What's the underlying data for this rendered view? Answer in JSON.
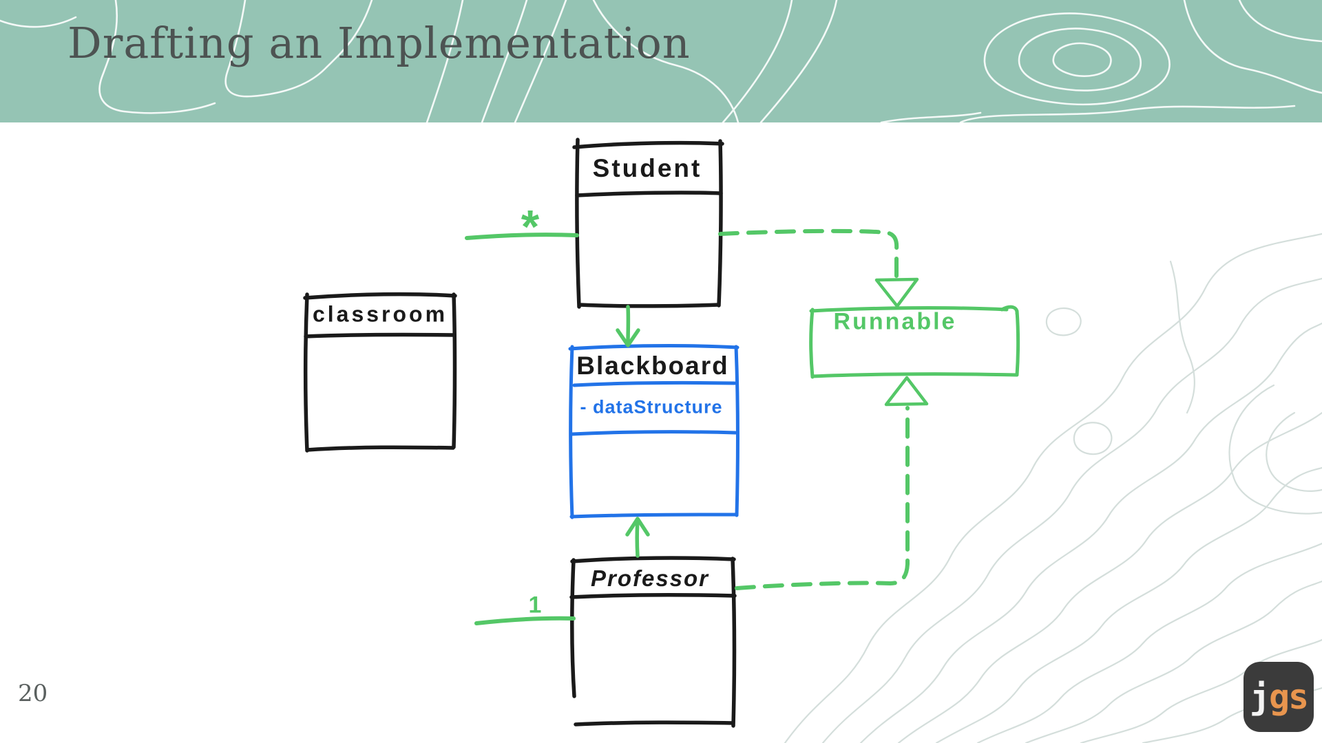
{
  "slide": {
    "title": "Drafting an Implementation",
    "page_number": "20"
  },
  "logo": {
    "j": "j",
    "gs": "gs"
  },
  "diagram": {
    "type": "uml-class-diagram",
    "classes": {
      "student": {
        "name": "Student"
      },
      "classroom": {
        "name": "classroom"
      },
      "blackboard": {
        "name": "Blackboard",
        "attribute": "- dataStructure"
      },
      "professor": {
        "name": "Professor"
      },
      "runnable": {
        "name": "Runnable"
      }
    },
    "multiplicities": {
      "student_association": "*",
      "professor_association": "1"
    },
    "relationships": [
      {
        "from": "Student",
        "to": "Blackboard",
        "kind": "solid-arrow"
      },
      {
        "from": "Professor",
        "to": "Blackboard",
        "kind": "solid-arrow"
      },
      {
        "from": "Student",
        "to": "Runnable",
        "kind": "dashed-realization"
      },
      {
        "from": "Professor",
        "to": "Runnable",
        "kind": "dashed-realization"
      }
    ],
    "colors": {
      "ink_black": "#1a1a1a",
      "ink_blue": "#2273e8",
      "ink_green": "#54c767"
    }
  },
  "theme": {
    "header_bg": "#95c4b4",
    "title_color": "#4d5352",
    "logo_bg": "#3b3b3b",
    "logo_accent": "#e8954e",
    "contour_white": "#ffffff",
    "contour_gray": "#c6d3cf"
  }
}
